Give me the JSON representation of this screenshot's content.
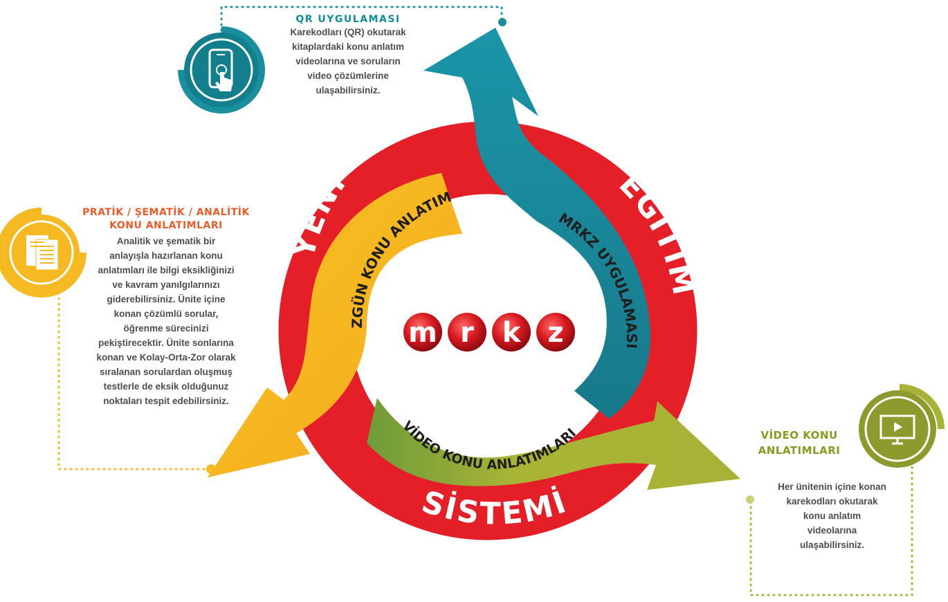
{
  "colors": {
    "ring_red": "#e41f27",
    "teal_arrow": "#1a8f9e",
    "yellow_arrow": "#f6b921",
    "green_arrow": "#a7b236",
    "qr_heading": "#0f8f94",
    "pratik_heading": "#f05a28",
    "video_heading": "#8a9a1f",
    "logo_red": "#d8191f"
  },
  "icons": {
    "qr": "smartphone-touch-icon",
    "pratik": "documents-icon",
    "video": "monitor-play-icon"
  },
  "ring_words": {
    "left": "YENİ",
    "right": "EĞİTİM",
    "bottom": "SİSTEMİ"
  },
  "arrow_labels": {
    "yellow": "ÖZGÜN KONU ANLATIMI",
    "teal": "MRKZ UYGULAMASI",
    "green": "VİDEO KONU ANLATIMLARI"
  },
  "logo_letters": [
    "m",
    "r",
    "k",
    "z"
  ],
  "qr": {
    "title": "QR UYGULAMASI",
    "lines": [
      "Karekodları (QR) okutarak",
      "kitaplardaki konu anlatım",
      "videolarına ve soruların",
      "video çözümlerine",
      "ulaşabilirsiniz."
    ]
  },
  "pratik": {
    "title_lines": [
      "PRATİK / ŞEMATİK / ANALİTİK",
      "KONU ANLATIMLARI"
    ],
    "lines": [
      "Analitik ve şematik bir",
      "anlayışla hazırlanan konu",
      "anlatımları ile bilgi eksikliğinizi",
      "ve kavram yanılgılarınızı",
      "giderebilirsiniz. Ünite içine",
      "konan çözümlü sorular,",
      "öğrenme sürecinizi",
      "pekiştirecektir. Ünite sonlarına",
      "konan ve Kolay-Orta-Zor olarak",
      "sıralanan sorulardan oluşmuş",
      "testlerle de eksik olduğunuz",
      "noktaları tespit edebilirsiniz."
    ]
  },
  "video": {
    "title_lines": [
      "VİDEO KONU",
      "ANLATIMLARI"
    ],
    "lines": [
      "Her ünitenin içine konan",
      "karekodları okutarak",
      "konu anlatım",
      "videolarına",
      "ulaşabilirsiniz."
    ]
  }
}
